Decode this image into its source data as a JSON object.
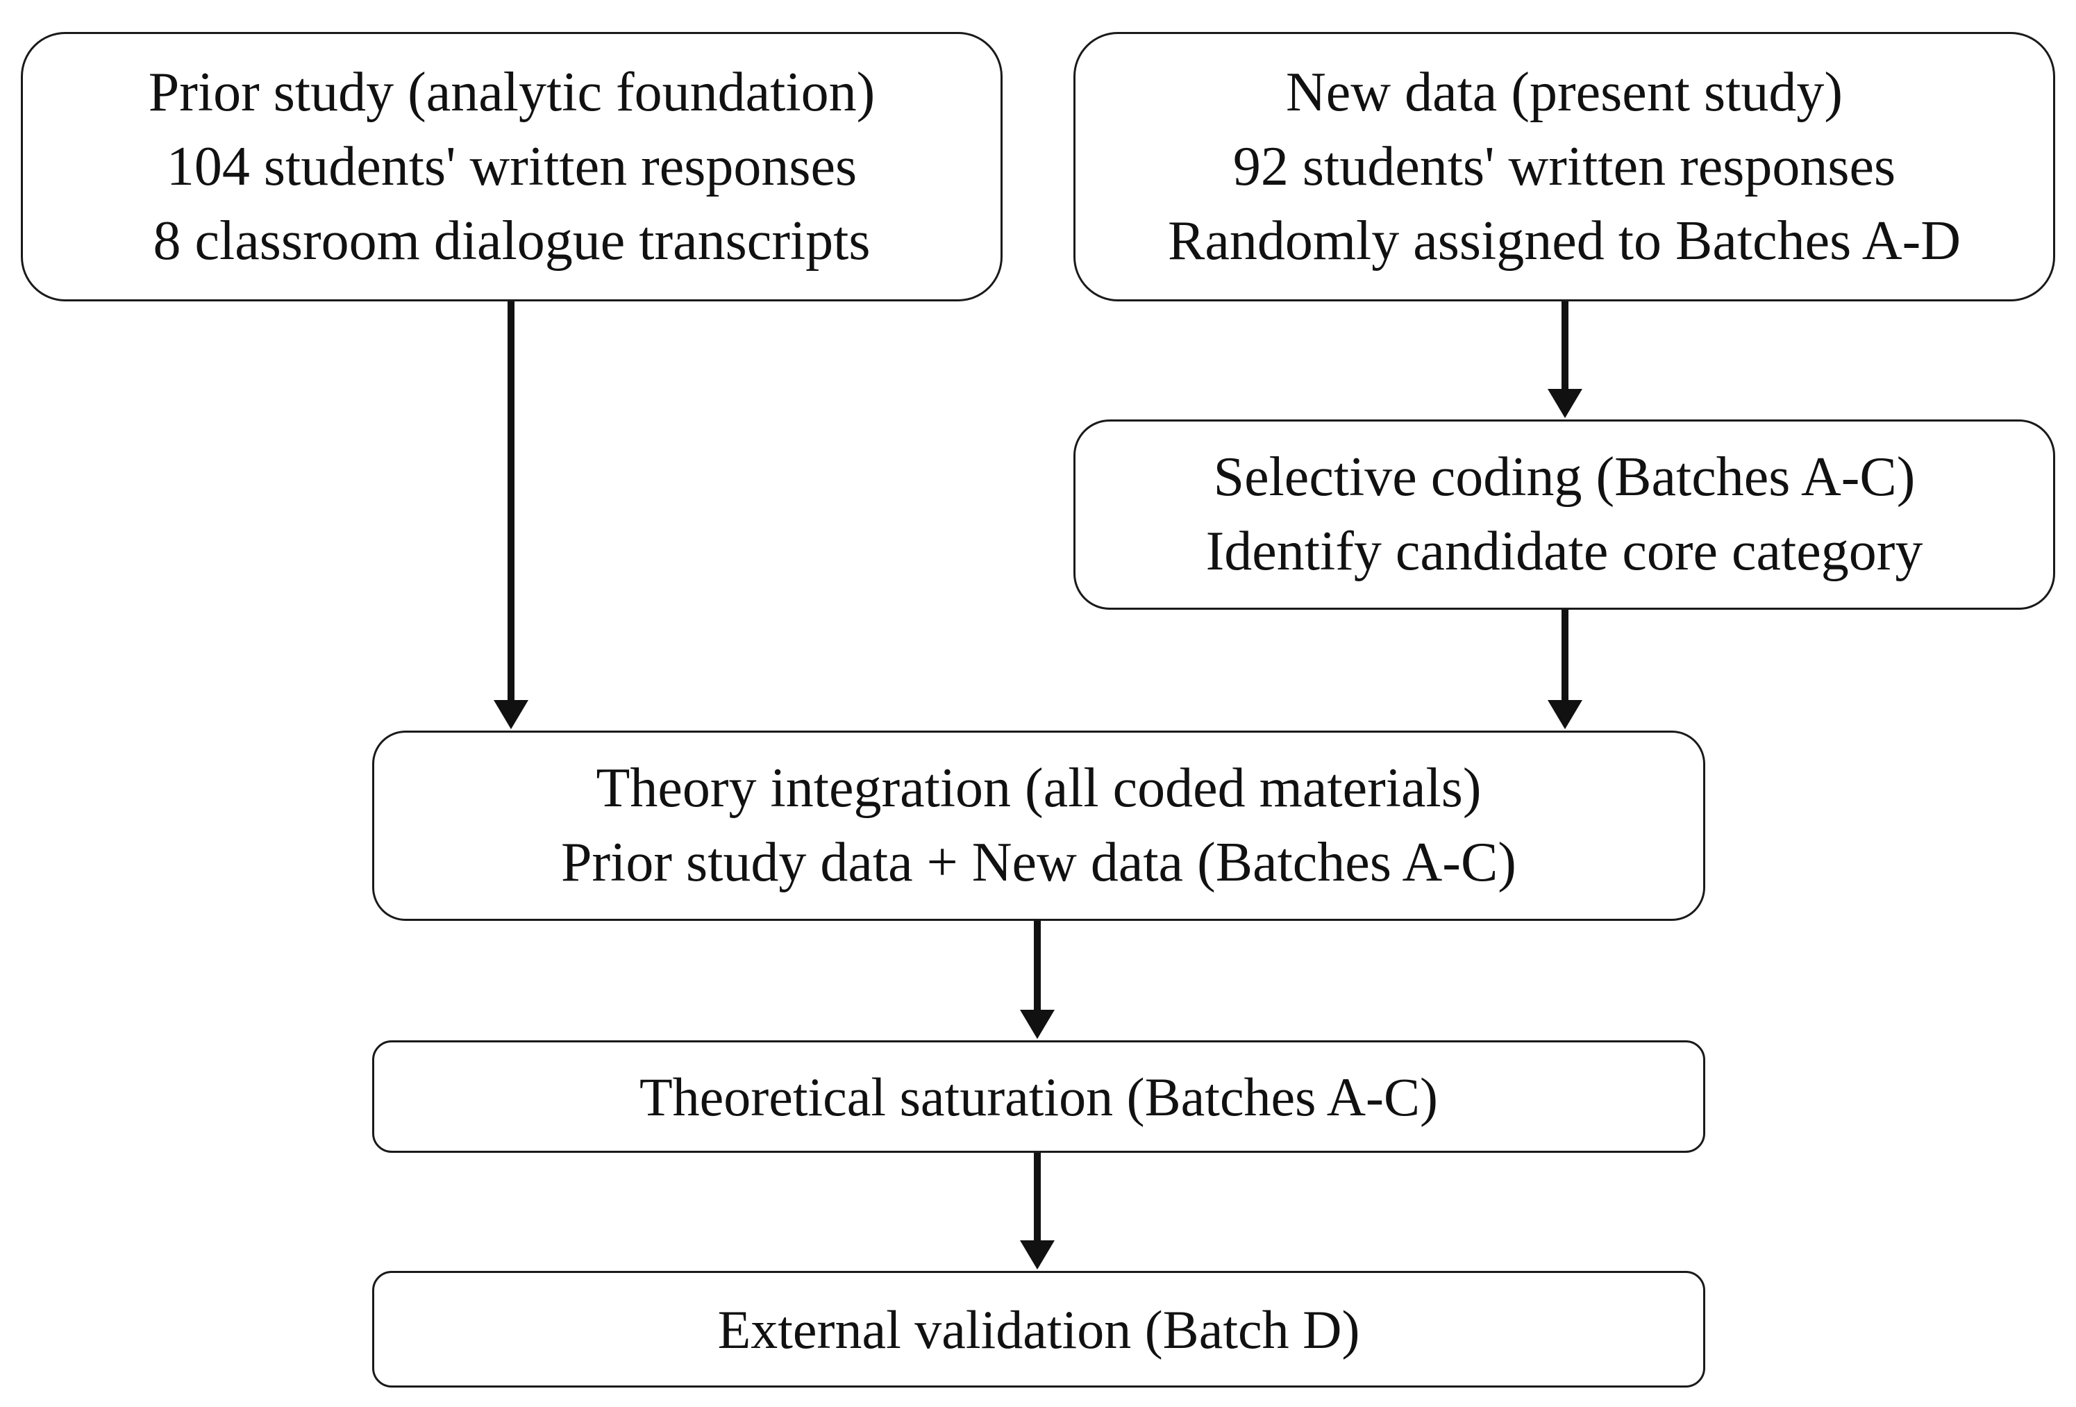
{
  "boxes": {
    "prior": {
      "lines": [
        "Prior study (analytic foundation)",
        "104 students' written responses",
        "8 classroom dialogue transcripts"
      ]
    },
    "new_data": {
      "lines": [
        "New data (present study)",
        "92 students' written responses",
        "Randomly assigned to Batches A-D"
      ]
    },
    "selective": {
      "lines": [
        "Selective coding (Batches A-C)",
        "Identify candidate core category"
      ]
    },
    "theory": {
      "lines": [
        "Theory integration (all coded materials)",
        "Prior study data + New data (Batches A-C)"
      ]
    },
    "saturation": {
      "lines": [
        "Theoretical saturation (Batches A-C)"
      ]
    },
    "validation": {
      "lines": [
        "External validation (Batch D)"
      ]
    }
  },
  "edges": [
    {
      "from": "prior",
      "to": "theory"
    },
    {
      "from": "new_data",
      "to": "selective"
    },
    {
      "from": "selective",
      "to": "theory"
    },
    {
      "from": "theory",
      "to": "saturation"
    },
    {
      "from": "saturation",
      "to": "validation"
    }
  ],
  "colors": {
    "stroke": "#111111",
    "fill": "#ffffff",
    "text": "#111111"
  }
}
